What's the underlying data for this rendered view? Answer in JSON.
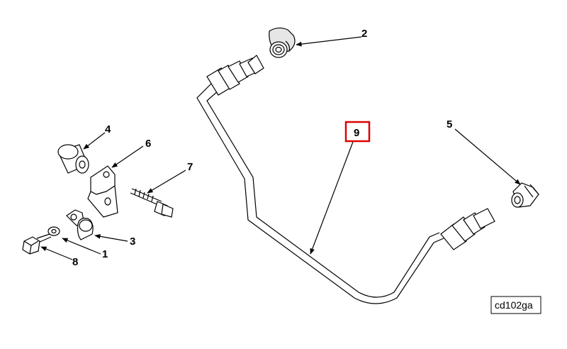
{
  "callouts": {
    "c1": "1",
    "c2": "2",
    "c3": "3",
    "c4": "4",
    "c5": "5",
    "c6": "6",
    "c7": "7",
    "c8": "8",
    "c9": "9"
  },
  "figure_code": "cd102ga",
  "colors": {
    "highlight": "#e00000",
    "ink": "#000000"
  }
}
